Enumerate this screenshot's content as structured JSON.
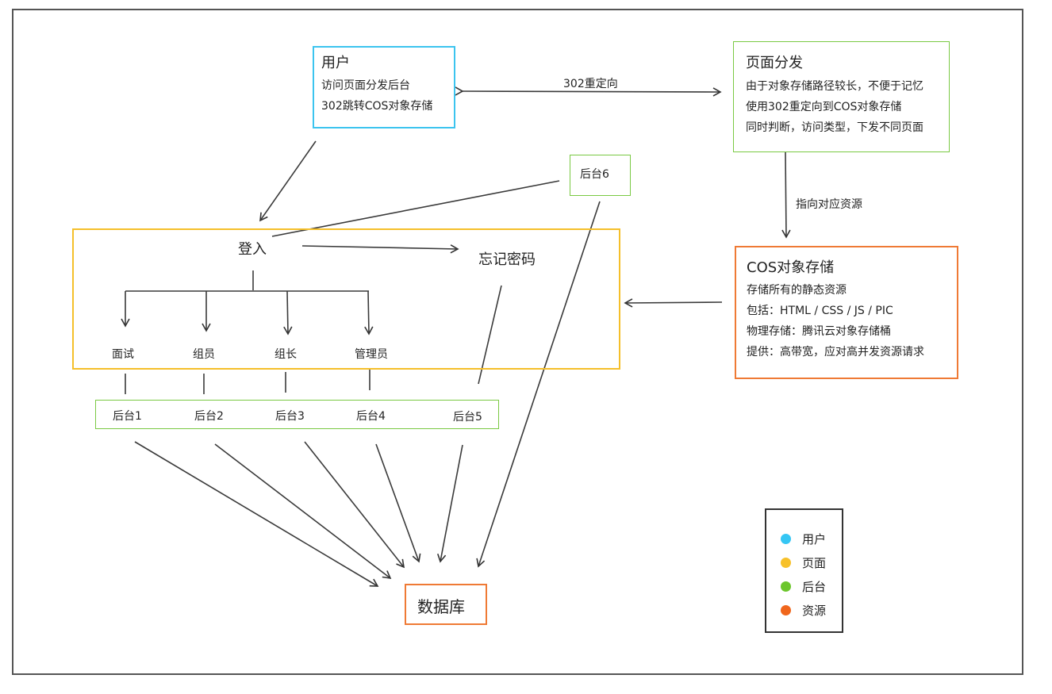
{
  "user_box": {
    "title": "用户",
    "lines": [
      "访问页面分发后台",
      "302跳转COS对象存储"
    ]
  },
  "dispatch_box": {
    "title": "页面分发",
    "lines": [
      "由于对象存储路径较长，不便于记忆",
      "使用302重定向到COS对象存储",
      "同时判断，访问类型，下发不同页面"
    ]
  },
  "cos_box": {
    "title": "COS对象存储",
    "lines": [
      "存储所有的静态资源",
      "包括：HTML / CSS / JS / PIC",
      "物理存储：腾讯云对象存储桶",
      "提供：高带宽，应对高并发资源请求"
    ]
  },
  "edge_labels": {
    "redirect": "302重定向",
    "point_resource": "指向对应资源"
  },
  "page_group": {
    "login": "登入",
    "forgot_password": "忘记密码",
    "roles": [
      "面试",
      "组员",
      "组长",
      "管理员"
    ]
  },
  "backend6": "后台6",
  "backends": [
    "后台1",
    "后台2",
    "后台3",
    "后台4",
    "后台5"
  ],
  "database": "数据库",
  "legend": [
    {
      "label": "用户",
      "color": "#35c6f4"
    },
    {
      "label": "页面",
      "color": "#f7c12a"
    },
    {
      "label": "后台",
      "color": "#6cc62c"
    },
    {
      "label": "资源",
      "color": "#f0661c"
    }
  ]
}
